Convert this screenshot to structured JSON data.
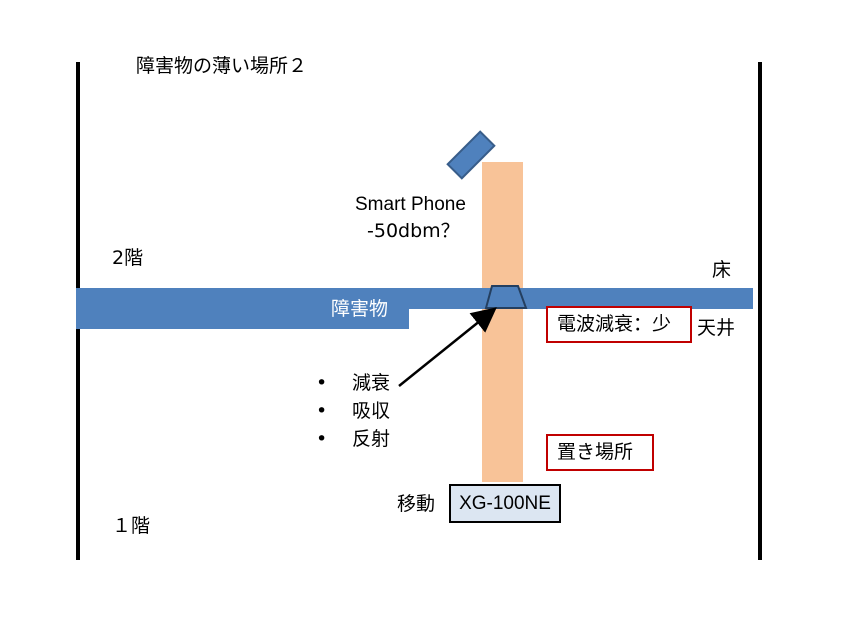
{
  "title": "障害物の薄い場所２",
  "floor_upper": "2階",
  "floor_lower": "１階",
  "floor_label": "床",
  "ceiling_label": "天井",
  "obstacle_label": "障害物",
  "phone": {
    "name": "Smart Phone",
    "signal": "-50dbm？"
  },
  "attenuation_box": "電波減衰：少",
  "placement_box": "置き場所",
  "move_label": "移動",
  "device_name": "XG-100NE",
  "effects": [
    "減衰",
    "吸収",
    "反射"
  ],
  "bullet_glyph": "•",
  "colors": {
    "obstacle": "#4f81bd",
    "signal_path": "#f8c398",
    "highlight_border": "#c00000",
    "device_fill": "#dce6f2"
  }
}
